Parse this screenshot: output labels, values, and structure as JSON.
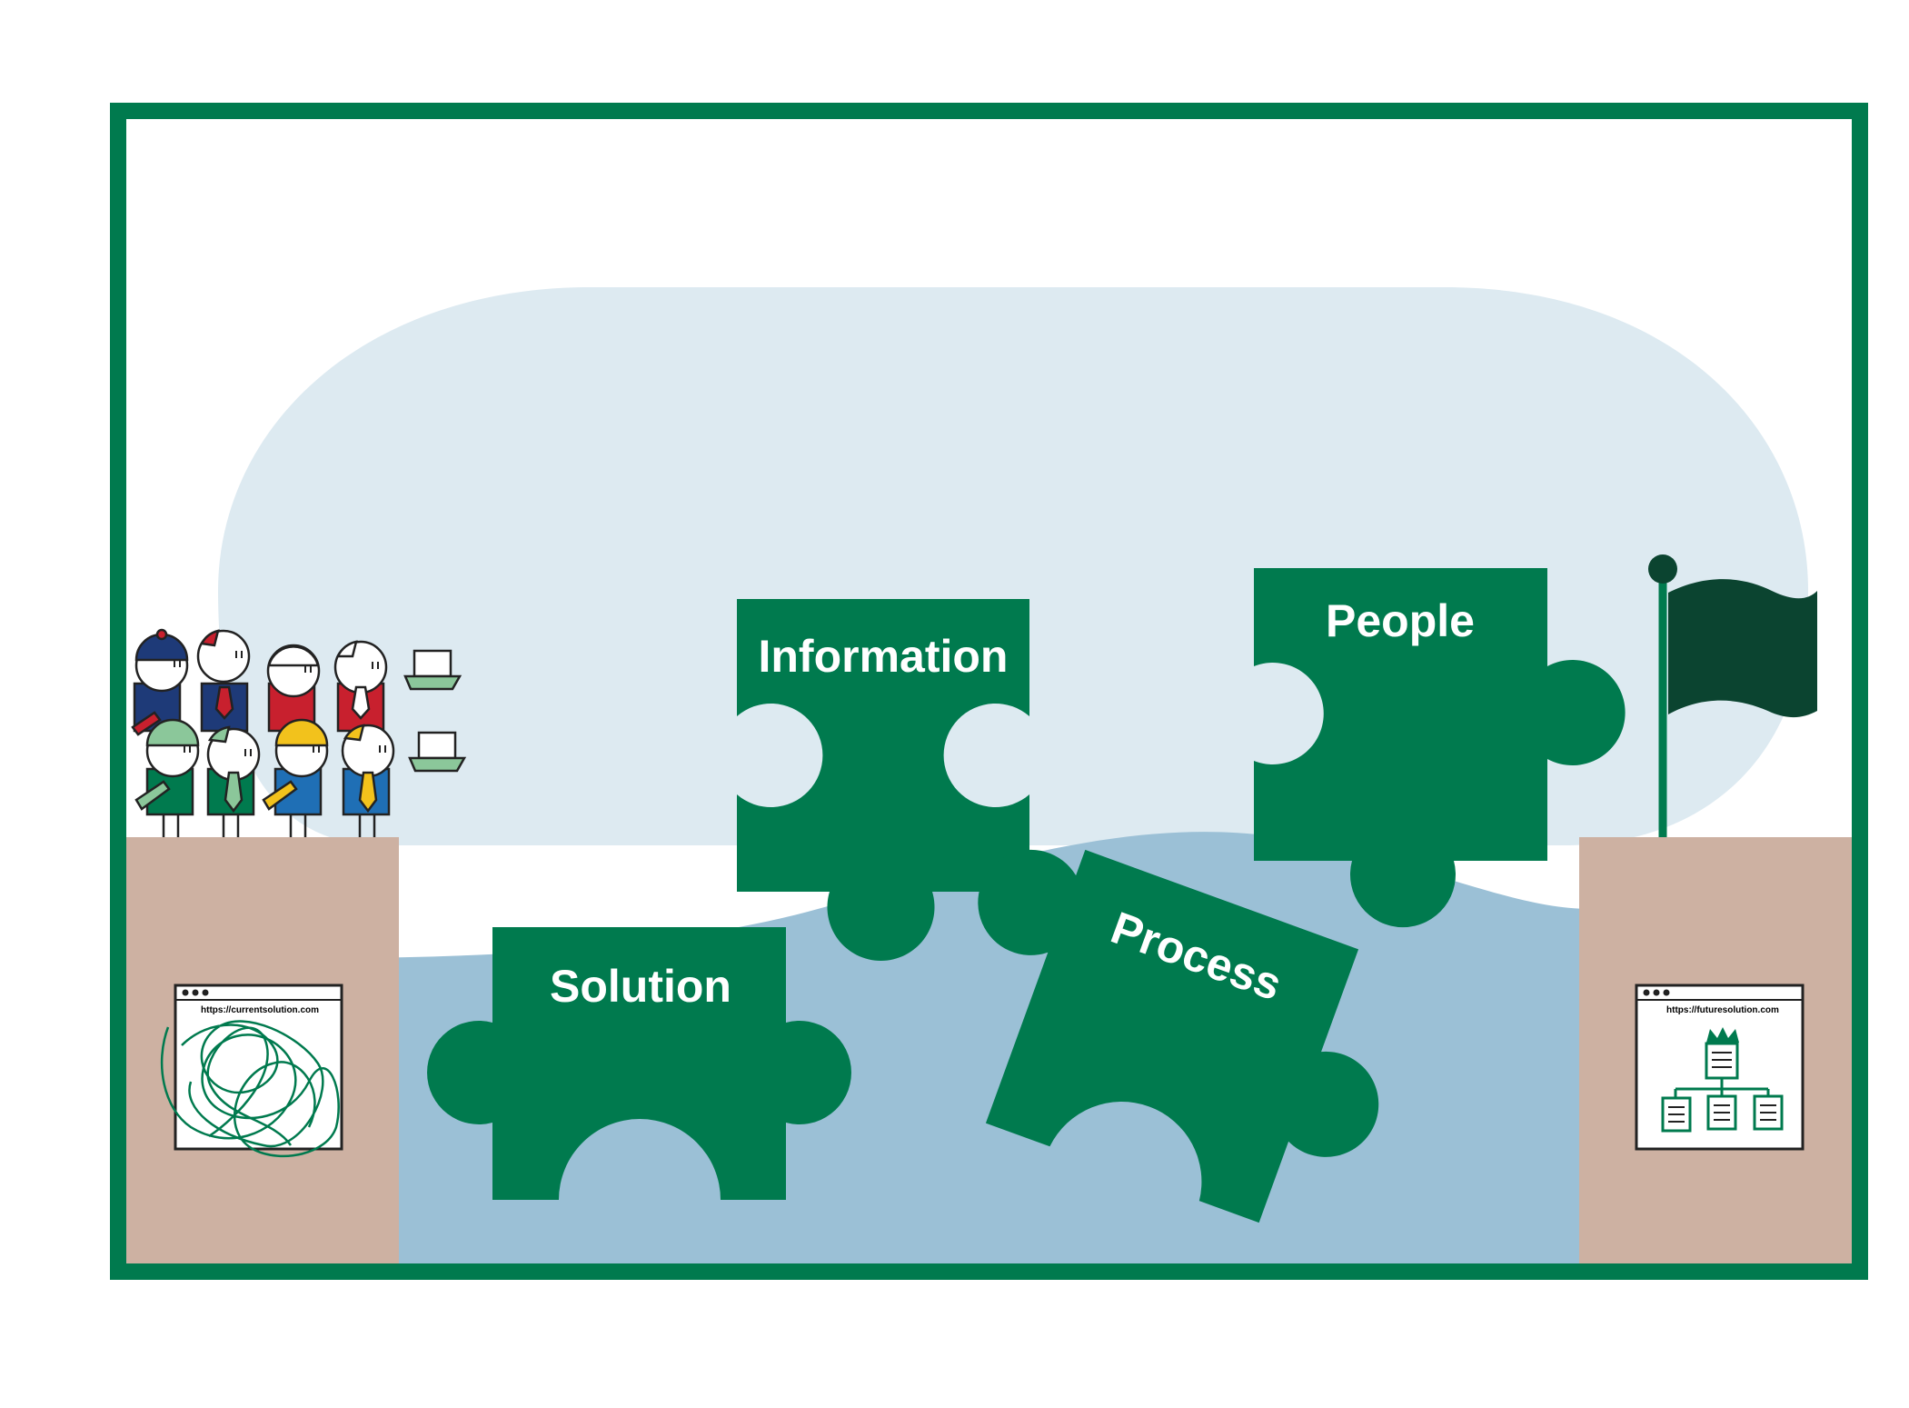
{
  "colors": {
    "frame": "#007A4E",
    "piece": "#007A4E",
    "sky": "#DDEAF1",
    "water": "#9BC0D6",
    "cliff": "#CDB1A2",
    "flag": "#0B4430",
    "background": "#FFFFFF"
  },
  "pieces": {
    "information": "Information",
    "people": "People",
    "solution": "Solution",
    "process": "Process"
  },
  "browsers": {
    "current_url": "https://currentsolution.com",
    "future_url": "https://futuresolution.com"
  },
  "icons": {
    "team": "team-of-people-icon",
    "flag": "goal-flag-icon",
    "tangled": "tangled-lines-icon",
    "hierarchy": "org-chart-icon"
  }
}
